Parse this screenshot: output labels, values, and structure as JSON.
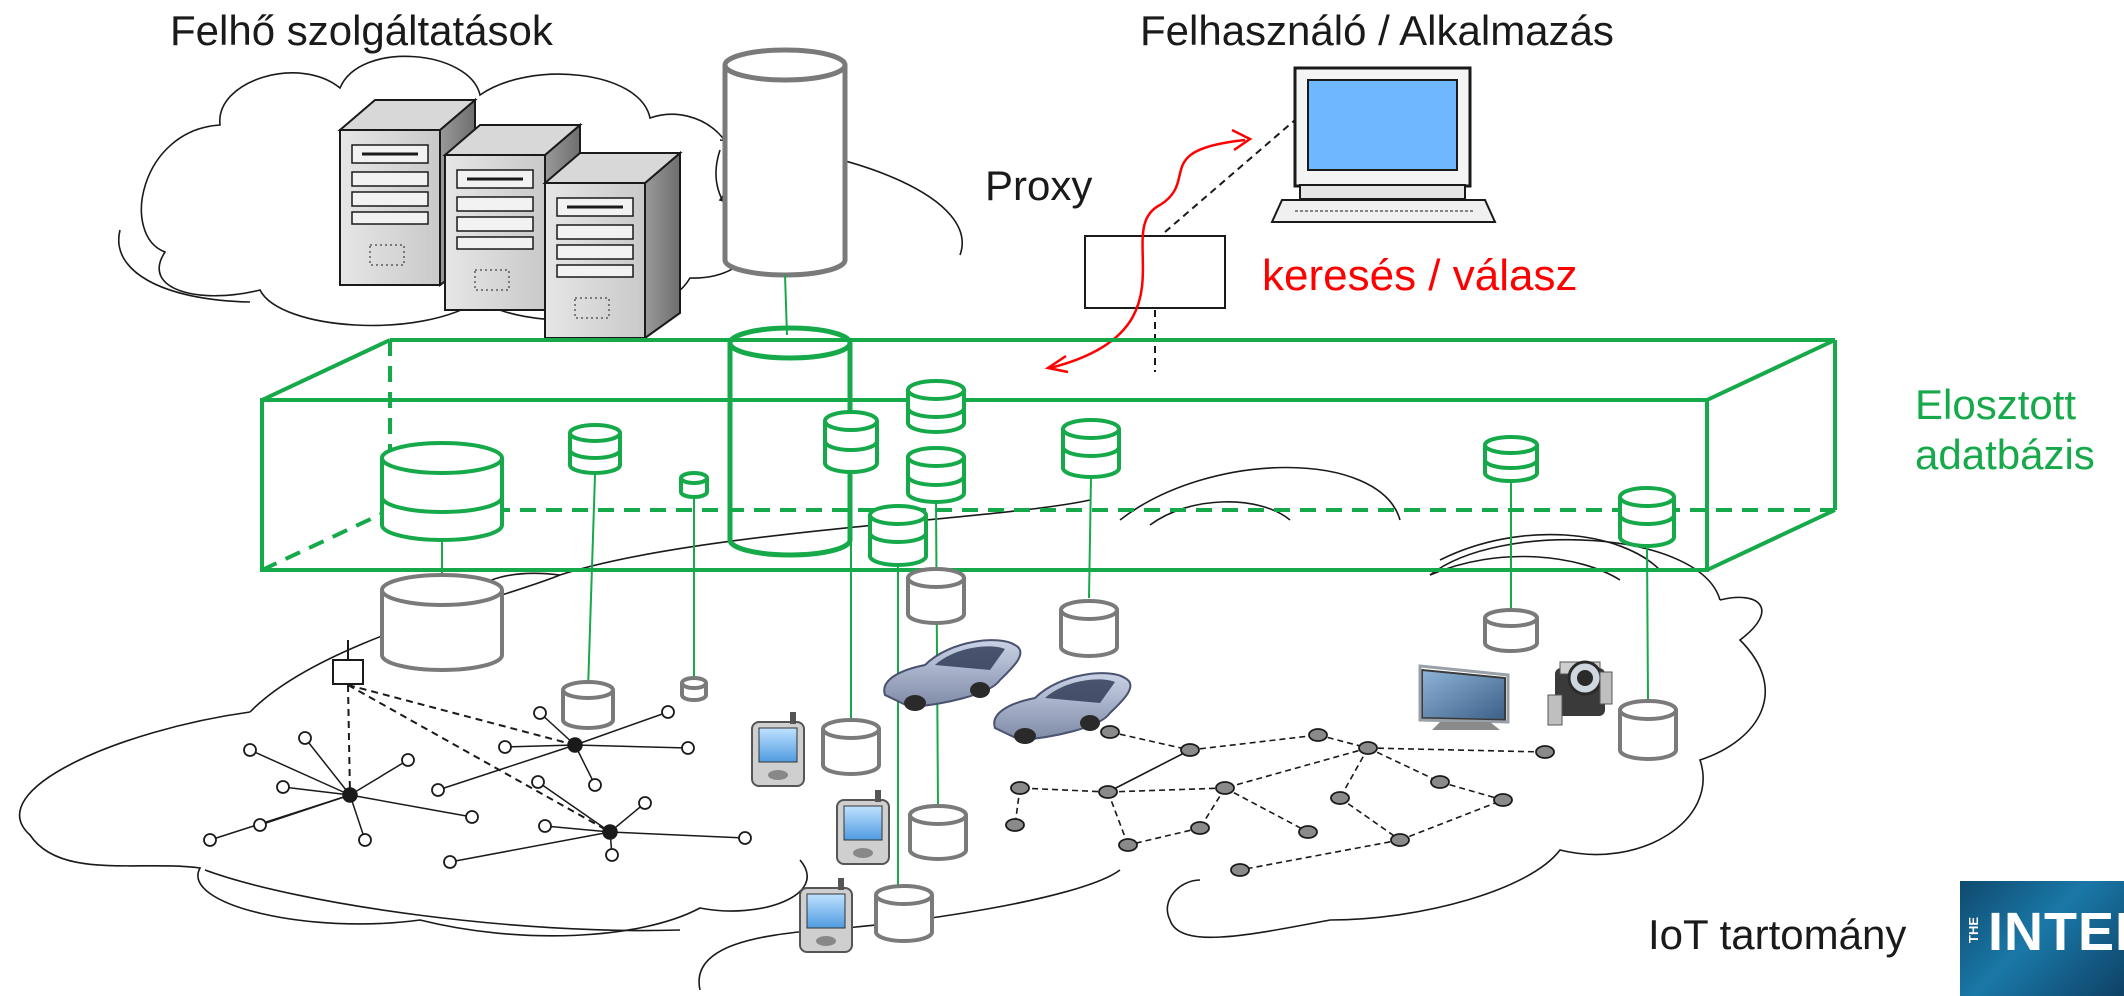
{
  "labels": {
    "cloud_services": "Felhő szolgáltatások",
    "user_application": "Felhasználó / Alkalmazás",
    "proxy": "Proxy",
    "query_response": "keresés / válasz",
    "distributed_database_line1": "Elosztott",
    "distributed_database_line2": "adatbázis",
    "iot_domain": "IoT tartomány"
  },
  "logo_text": "INTER",
  "logo_side_text": "THE",
  "colors": {
    "green": "#16a94a",
    "red": "#ff0000",
    "gray": "#7a7a7a",
    "dark": "#1a1a1a",
    "screen_blue": "#6fb8ff"
  },
  "icons": [
    "cloud",
    "server-tower",
    "database-cylinder",
    "computer-monitor",
    "proxy-box",
    "car",
    "pda",
    "tv",
    "camcorder",
    "sensor-node",
    "antenna"
  ]
}
